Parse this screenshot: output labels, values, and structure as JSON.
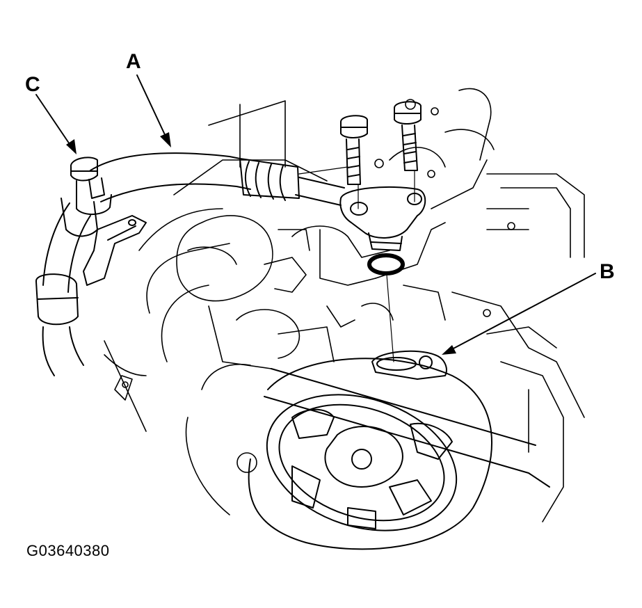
{
  "diagram": {
    "callouts": {
      "a": "A",
      "b": "B",
      "c": "C"
    },
    "figure_id": "G03640380",
    "colors": {
      "line": "#000000",
      "background": "#ffffff"
    }
  }
}
